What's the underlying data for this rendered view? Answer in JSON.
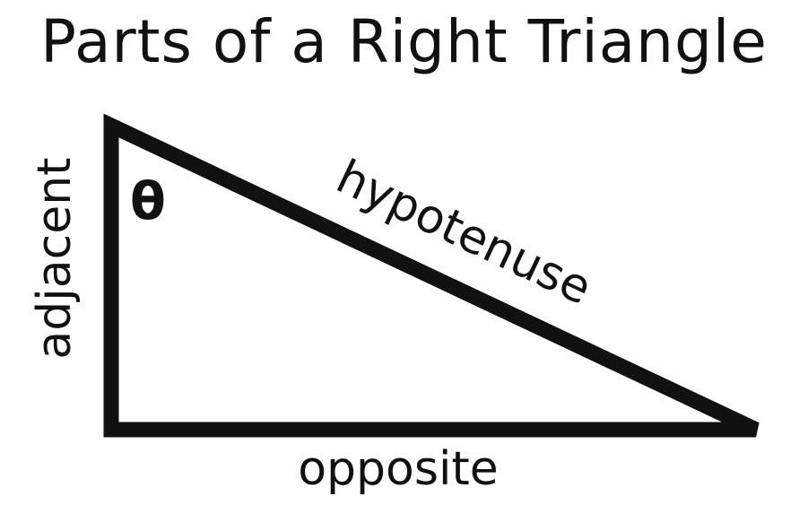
{
  "title": "Parts of a Right Triangle",
  "labels": {
    "angle": "θ",
    "adjacent": "adjacent",
    "hypotenuse": "hypotenuse",
    "opposite": "opposite"
  },
  "colors": {
    "stroke": "#111111",
    "background": "#ffffff"
  }
}
